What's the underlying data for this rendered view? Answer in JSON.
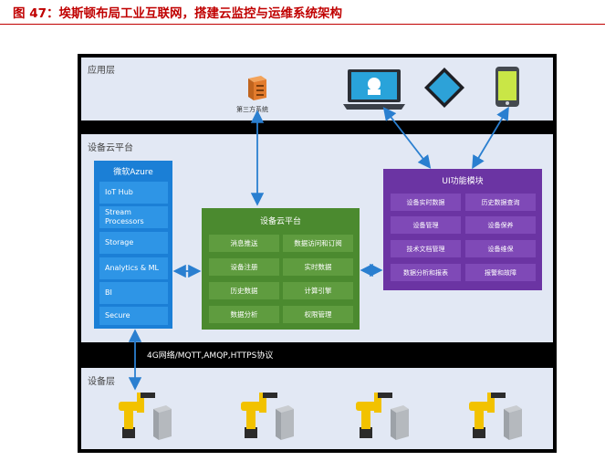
{
  "figure": {
    "title": "图 47：埃斯顿布局工业互联网，搭建云监控与运维系统架构"
  },
  "layers": {
    "application": "应用层",
    "platform": "设备云平台",
    "device": "设备层"
  },
  "third_party": "第三方系统",
  "protocol": "4G网络/MQTT,AMQP,HTTPS协议",
  "azure": {
    "title": "微软Azure",
    "items": [
      "IoT Hub",
      "Stream Processors",
      "Storage",
      "Analytics & ML",
      "BI",
      "Secure"
    ]
  },
  "cloud_platform": {
    "title": "设备云平台",
    "items": [
      "消息推送",
      "数据访问和订阅",
      "设备注册",
      "实时数据",
      "历史数据",
      "计算引擎",
      "数据分析",
      "权限管理"
    ]
  },
  "ui_module": {
    "title": "UI功能模块",
    "items": [
      "设备实时数据",
      "历史数据查询",
      "设备管理",
      "设备保养",
      "技术文档管理",
      "设备维保",
      "数据分析和报表",
      "报警和故障"
    ]
  },
  "colors": {
    "azure": "#1b7fd6",
    "cloud_platform": "#4b8a2f",
    "ui_module": "#6b34a3",
    "arrows": "#2a7fd0",
    "title": "#c00000"
  },
  "icons": [
    "server-icon",
    "laptop-icon",
    "tablet-icon",
    "phone-icon",
    "robot-arm-icon",
    "controller-cabinet-icon"
  ]
}
